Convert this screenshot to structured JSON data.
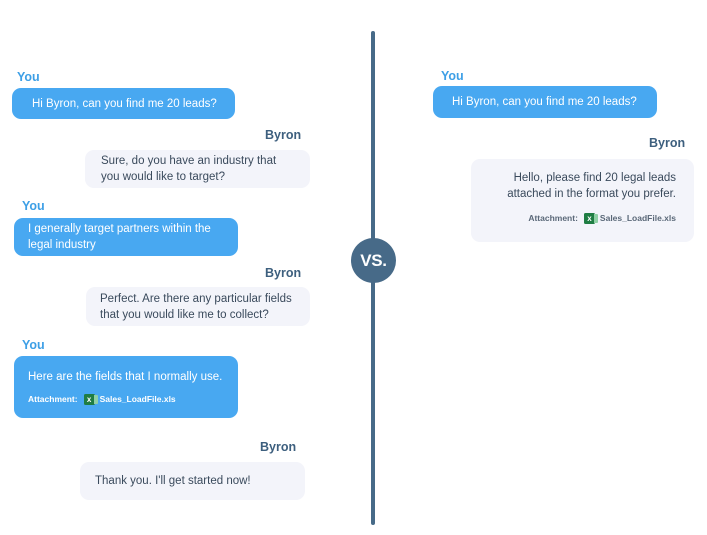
{
  "colors": {
    "user_bubble": "#48a8f1",
    "user_label": "#3d9fe6",
    "bot_bubble": "#f3f4fa",
    "bot_label": "#3d5f7e",
    "divider": "#476a88",
    "excel_icon": "#1f7d43"
  },
  "divider": {
    "label": "VS."
  },
  "left_conversation": [
    {
      "speaker": "You",
      "text": "Hi Byron, can you find me 20 leads?"
    },
    {
      "speaker": "Byron",
      "text": "Sure, do you have an industry that you would like to target?"
    },
    {
      "speaker": "You",
      "text": "I generally target partners within the legal industry"
    },
    {
      "speaker": "Byron",
      "text": "Perfect. Are there any particular fields that you would like me to collect?"
    },
    {
      "speaker": "You",
      "text": "Here are the fields that I normally use.",
      "attachment": {
        "label": "Attachment:",
        "icon": "excel-file-icon",
        "filename": "Sales_LoadFile.xls"
      }
    },
    {
      "speaker": "Byron",
      "text": "Thank you. I'll get started now!"
    }
  ],
  "right_conversation": [
    {
      "speaker": "You",
      "text": "Hi Byron, can you find me 20 leads?"
    },
    {
      "speaker": "Byron",
      "text": "Hello, please find 20 legal leads attached in the format you prefer.",
      "attachment": {
        "label": "Attachment:",
        "icon": "excel-file-icon",
        "filename": "Sales_LoadFile.xls"
      }
    }
  ]
}
